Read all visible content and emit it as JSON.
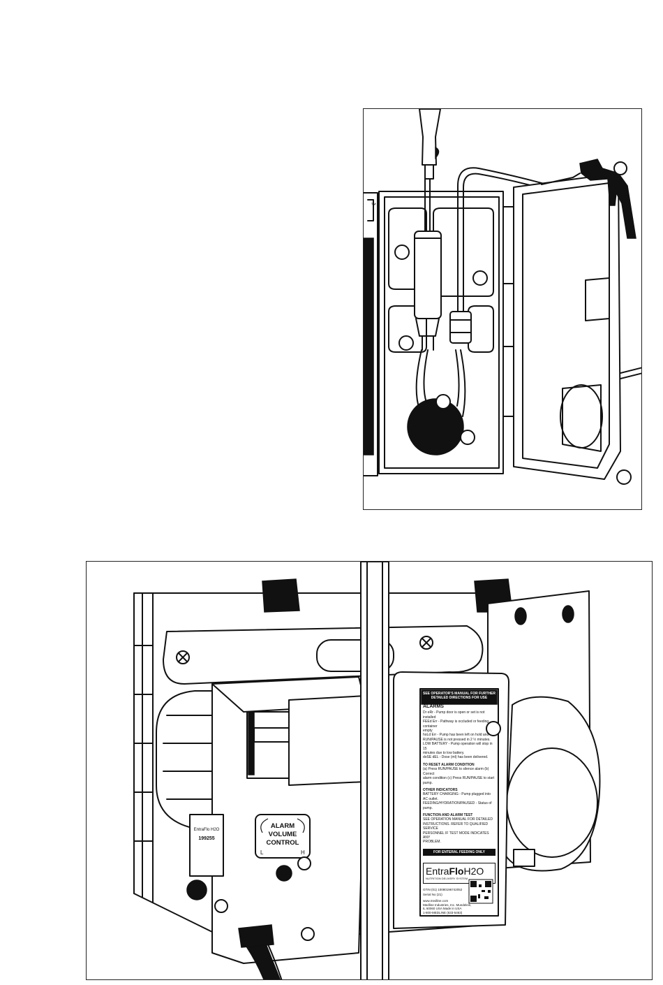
{
  "top_figure": {
    "trademark": "™"
  },
  "bottom_figure": {
    "alarm_volume": {
      "line1": "ALARM",
      "line2": "VOLUME",
      "line3": "CONTROL",
      "low": "L",
      "high": "H"
    },
    "label": {
      "header": "SEE OPERATOR'S MANUAL FOR FURTHER DETAILED DIRECTIONS FOR USE",
      "alarms_title": "ALARMS",
      "alarm_lines": [
        "Dr eRr - Pump door is open or set is not installed",
        "FEEd Err - Pathway is occluded or feeding container",
        "empty",
        "hoLd Err - Pump has been left on hold and",
        "RUN/PAUSE is not pressed in 2 ½ minutes.",
        "LOW BATTERY - Pump operation will stop in 15",
        "minutes due to low battery.",
        "doSE dEL - Dose (ml) has been delivered."
      ],
      "reset_title": "TO RESET ALARM CONDITION",
      "reset_lines": [
        "(a) Press RUN/PAUSE to silence alarm (b) Correct",
        "alarm condition (c) Press RUN/PAUSE to start pump."
      ],
      "other_title": "OTHER INDICATORS",
      "other_lines": [
        "BATTERY CHARGING - Pump plugged into AC outlet.",
        "FEEDING/HYDRATION/PAUSED - Status of pump."
      ],
      "function_title": "FUNCTION AND ALARM TEST",
      "function_lines": [
        "SEE OPERATION MANUAL FOR DETAILED",
        "INSTRUCTIONS. REFER TO QUALIFIED SERVICE",
        "PERSONNEL IF TEST MODE INDICATES ANY",
        "PROBLEM."
      ],
      "footer": "FOR ENTERAL FEEDING ONLY",
      "brand_pre": "Entra",
      "brand_bold": "Flo",
      "brand_post": "H2O",
      "brand_sub": "NUTRITION DELIVERY SYSTEM",
      "gtin": "GTIN (01) 10080196742052",
      "serial": "Serial No (21)",
      "info_lines": [
        "www.medline.com",
        "Medline Industries, Inc. Mundelein,",
        "IL 60060 USA   Made in USA",
        "1-800-MEDLINE (633-5463)"
      ]
    },
    "side_label": {
      "brand": "EntraFlo H2O",
      "model": "199255"
    }
  },
  "colors": {
    "ink": "#111111",
    "paper": "#ffffff"
  }
}
